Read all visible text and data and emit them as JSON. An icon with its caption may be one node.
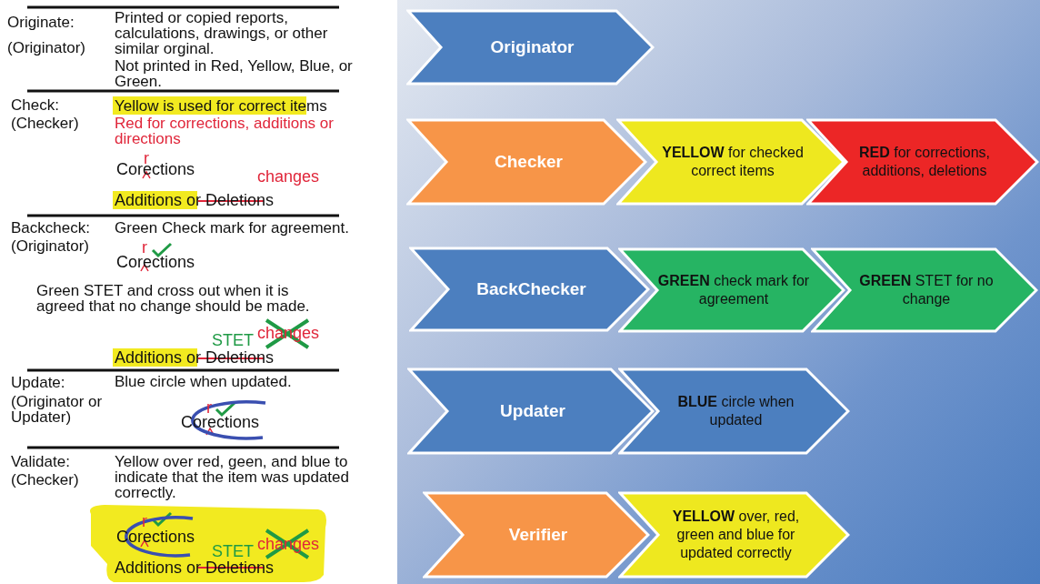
{
  "diagram": {
    "nodes": [
      {
        "text": [
          "Originator"
        ]
      },
      {
        "text": [
          "Checker"
        ]
      },
      {
        "text": [
          "**YELLOW** for checked correct items"
        ]
      },
      {
        "text": [
          "**RED** for corrections, additions, deletions"
        ]
      },
      {
        "text": [
          "BackChecker"
        ]
      },
      {
        "text": [
          "**GREEN** check mark for agreement"
        ]
      },
      {
        "text": [
          "**GREEN** STET for no change"
        ]
      },
      {
        "text": [
          "Updater"
        ]
      },
      {
        "text": [
          "**BLUE** circle when updated"
        ]
      },
      {
        "text": [
          "Verifier"
        ]
      },
      {
        "text": [
          "**YELLOW** over, red, green and blue for updated correctly"
        ]
      }
    ],
    "labels": [
      "Originate:",
      "(Originator)",
      "Printed or copied reports, calculations, drawings, or other similar orginal.",
      "Not printed in Red, Yellow, Blue, or Green.",
      "Check:",
      "(Checker)",
      "Yellow is used for correct items",
      "Red for corrections, additions or directions",
      "r",
      "Corections",
      "changes",
      "Additions or Deletions",
      "Backcheck:",
      "(Originator)",
      "Green Check mark for agreement.",
      "r",
      "Corections",
      "Green STET and cross out when it is agreed that no change should be made.",
      "STET",
      "changes",
      "Additions or Deletions",
      "Update:",
      "(Originator or Updater)",
      "Blue circle when updated.",
      "r",
      "Corections",
      "Validate:",
      "(Checker)",
      "Yellow over red, geen, and blue to indicate that the item was updated correctly.",
      "r",
      "Corections",
      "STET",
      "changes",
      "Additions or Deletions"
    ]
  }
}
